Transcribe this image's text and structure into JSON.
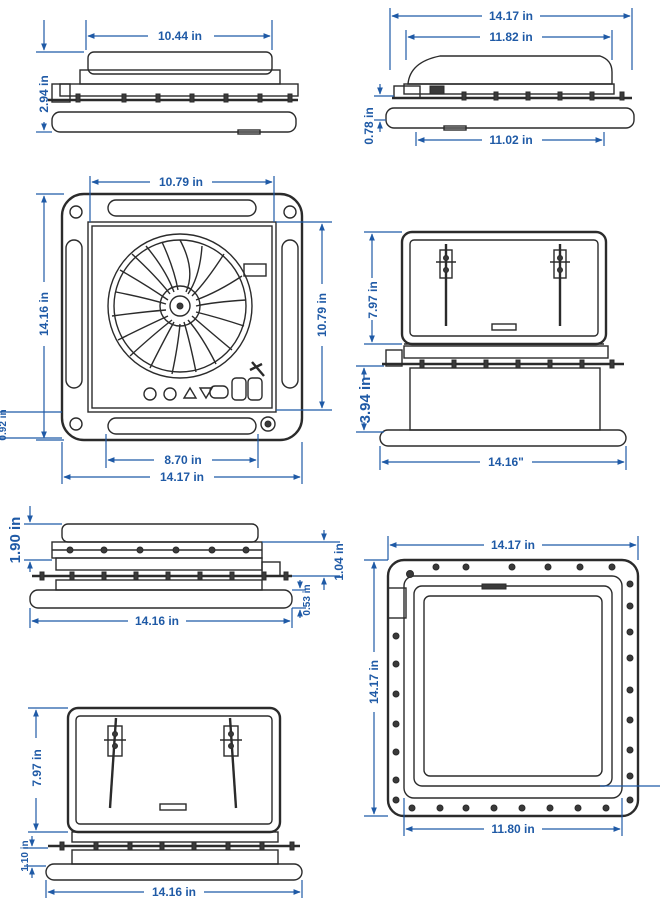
{
  "dimensions": {
    "top_left_width": "10.44 in",
    "top_left_height": "2.94 in",
    "top_right_outer": "14.17 in",
    "top_right_lid": "11.82 in",
    "top_right_base": "11.02 in",
    "top_right_height": "0.78 in",
    "plan_inner_width": "10.79 in",
    "plan_height": "14.16 in",
    "plan_right_height": "10.79 in",
    "plan_bottom_inner": "8.70 in",
    "plan_bottom_outer": "14.17 in",
    "plan_small_left": "0.92 in",
    "open_side_height": "7.97 in",
    "open_side_base": "3.94 in",
    "open_side_width": "14.16\"",
    "closed_side_height": "1.90 in",
    "closed_side_right": "1.04 in",
    "closed_side_small": "0.53 in",
    "closed_side_width": "14.16 in",
    "bottom_outer_width": "14.17 in",
    "bottom_outer_height": "14.17 in",
    "bottom_inner_width": "11.80 in",
    "open_front_height": "7.97 in",
    "open_front_base": "1.10 in",
    "open_front_width": "14.16 in"
  },
  "colors": {
    "dimension_blue": "#1f5aa6",
    "line_dark": "#2b2b2b"
  }
}
